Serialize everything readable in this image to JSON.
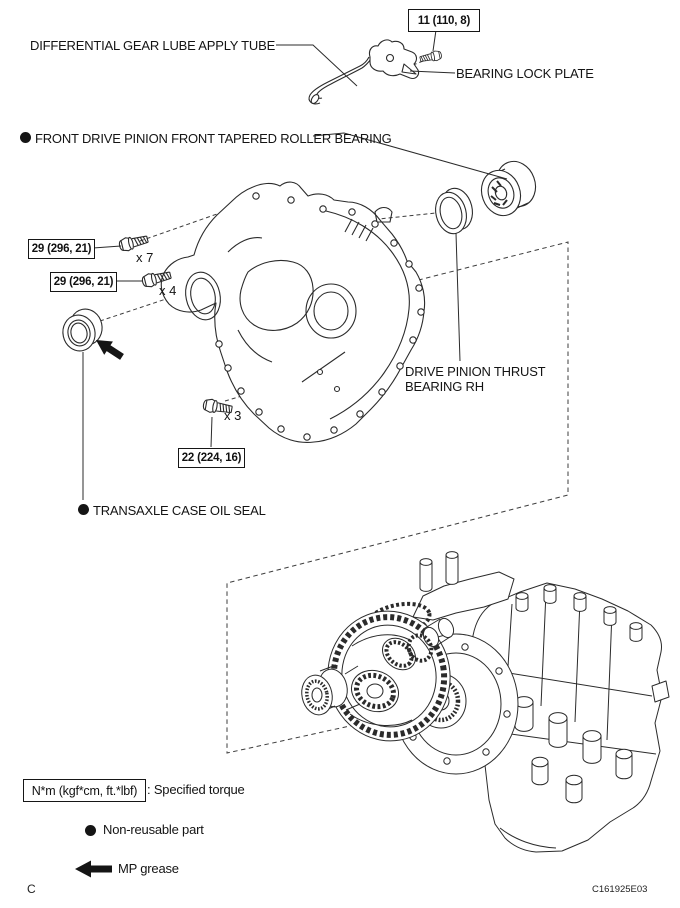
{
  "figure_code": "C161925E03",
  "corner_mark": "C",
  "part_labels": {
    "diff_tube": "DIFFERENTIAL GEAR LUBE APPLY TUBE",
    "bearing_lock_plate": "BEARING LOCK PLATE",
    "front_bearing": "FRONT DRIVE PINION FRONT TAPERED ROLLER BEARING",
    "thrust_bearing": {
      "line1": "DRIVE PINION THRUST",
      "line2": "BEARING RH"
    },
    "oil_seal": "TRANSAXLE CASE OIL SEAL"
  },
  "torque_specs": [
    {
      "value": "11 (110, 8)",
      "count": ""
    },
    {
      "value": "29 (296, 21)",
      "count": "x 7"
    },
    {
      "value": "29 (296, 21)",
      "count": "x 4"
    },
    {
      "value": "22 (224, 16)",
      "count": "x 3"
    }
  ],
  "legend": {
    "torque_unit_box": "N*m (kgf*cm, ft.*lbf)",
    "torque_desc": ": Specified torque",
    "non_reusable": "Non-reusable part",
    "mp_grease": "MP grease"
  }
}
